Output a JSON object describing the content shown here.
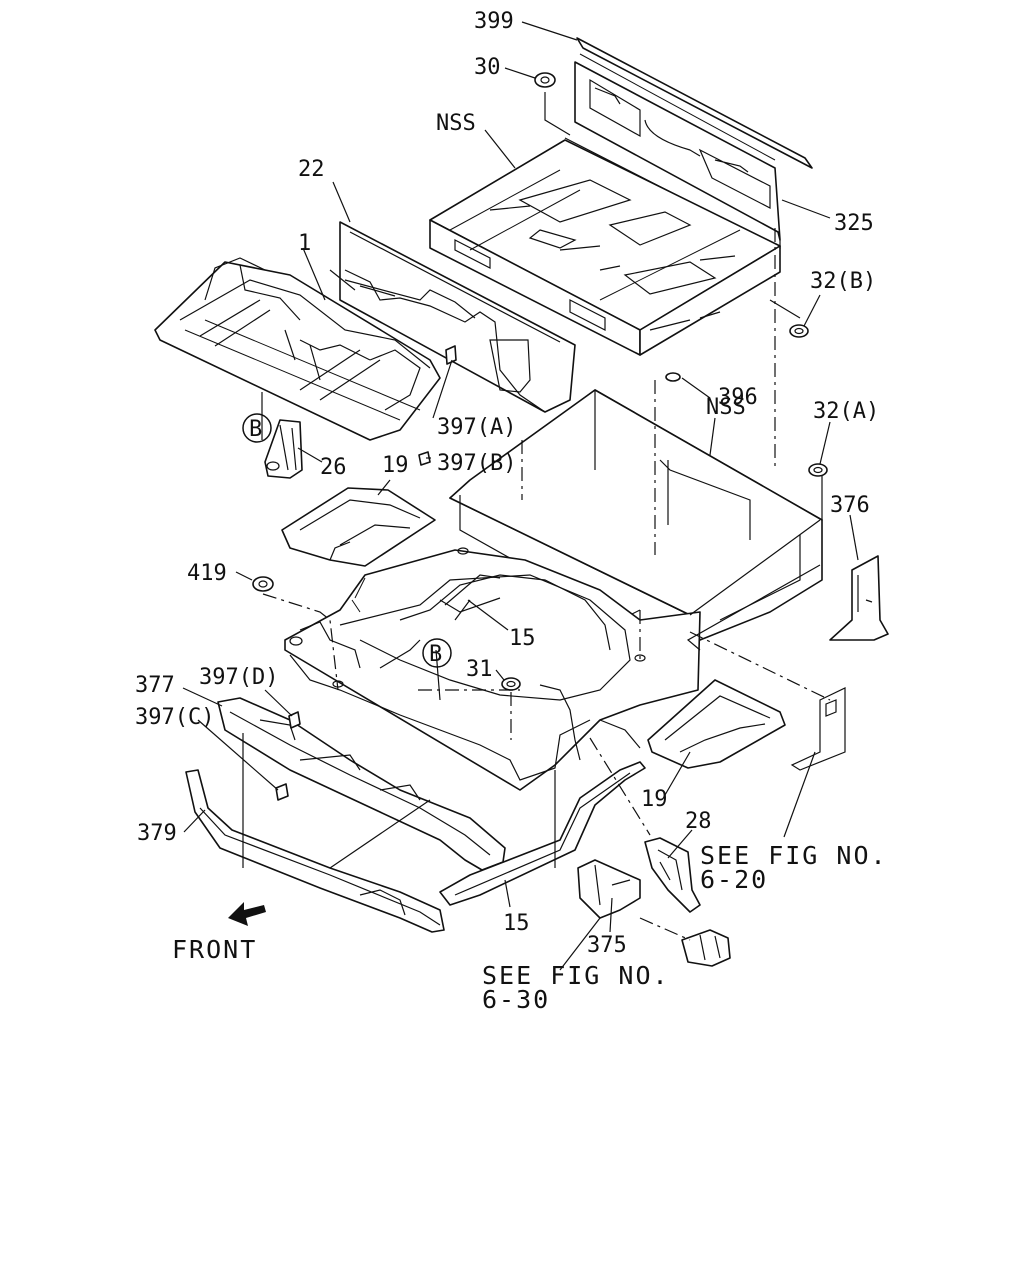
{
  "labels": {
    "p399": "399",
    "p30": "30",
    "nss_top": "NSS",
    "p22": "22",
    "p1": "1",
    "p325": "325",
    "p32b": "32(B)",
    "p396": "396",
    "nss_mid": "NSS",
    "p32a": "32(A)",
    "p397a": "397(A)",
    "p397b": "397(B)",
    "p26": "26",
    "p19_top": "19",
    "p376": "376",
    "p419": "419",
    "p15_mid": "15",
    "p31": "31",
    "p377": "377",
    "p397d": "397(D)",
    "p397c": "397(C)",
    "p19_bot": "19",
    "p28": "28",
    "p379": "379",
    "p15_bot": "15",
    "p375": "375",
    "callout_b_1": "B",
    "callout_b_2": "B",
    "front": "FRONT",
    "see_fig_1_line1": "SEE FIG NO.",
    "see_fig_1_line2": "6-20",
    "see_fig_2_line1": "SEE FIG NO.",
    "see_fig_2_line2": "6-30"
  }
}
